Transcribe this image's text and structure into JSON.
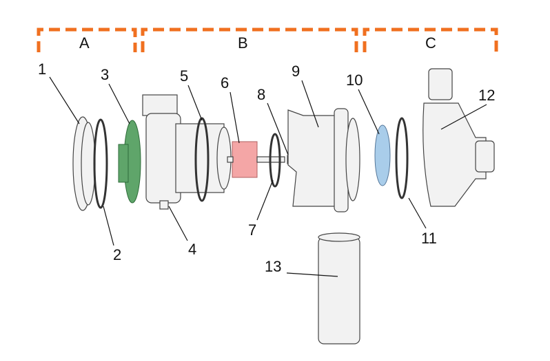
{
  "colors": {
    "bracket": "#F07020",
    "filter": "#5fa56a",
    "rotor": "#f4a6a6",
    "impeller": "#a9cdea"
  },
  "groups": [
    {
      "label": "A"
    },
    {
      "label": "B"
    },
    {
      "label": "C"
    }
  ],
  "parts": [
    "1",
    "2",
    "3",
    "4",
    "5",
    "6",
    "7",
    "8",
    "9",
    "10",
    "11",
    "12",
    "13"
  ]
}
